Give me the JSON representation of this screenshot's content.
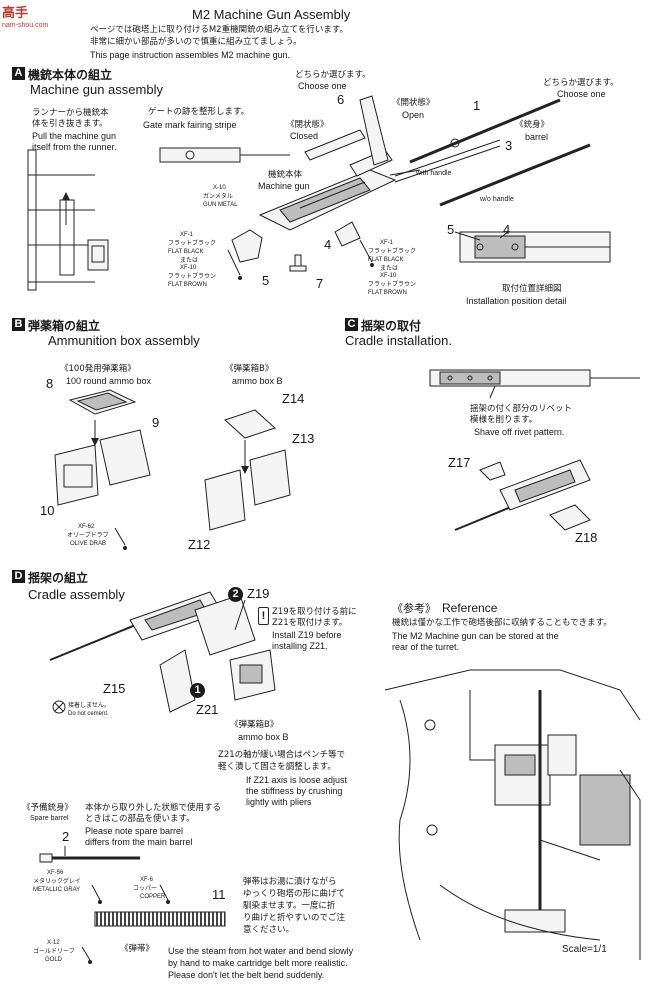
{
  "header": {
    "watermark_cn": "高手",
    "watermark_url": "nam-shou.com",
    "title": "M2 Machine Gun Assembly",
    "jp_line1": "ページでは砲塔上に取り付けるM2重機関銃の組み立てを行います。",
    "jp_line2": "非常に細かい部品が多いので慎重に組み立てましょう。",
    "en_line": "This page instruction assembles M2 machine gun."
  },
  "section_a": {
    "badge": "A",
    "title_jp": "機銃本体の組立",
    "title_en": "Machine gun assembly",
    "runner_jp1": "ランナーから機銃本",
    "runner_jp2": "体を引き抜きます。",
    "runner_en1": "Pull the machine gun",
    "runner_en2": "itself from the runner.",
    "gate_jp": "ゲートの跡を整形します。",
    "gate_en": "Gate mark fairing stripe",
    "choose_jp": "どちらか選びます。",
    "choose_en": "Choose one",
    "open_jp": "《開状態》",
    "open_en": "Open",
    "closed_jp": "《閉状態》",
    "closed_en": "Closed",
    "barrel_jp": "《銃身》",
    "barrel_en": "barrel",
    "with_handle": "with handle",
    "wo_handle": "w/o handle",
    "mg_jp": "機銃本体",
    "mg_en": "Machine gun",
    "xf10_code": "X-10",
    "xf10_jp": "ガンメタル",
    "xf10_en": "GUN METAL",
    "xf1_code": "XF-1",
    "xf1_jp": "フラットブラック",
    "xf1_en": "FLAT BLACK",
    "or_jp": "または",
    "xf10b_code": "XF-10",
    "xf10b_jp": "フラットブラウン",
    "xf10b_en": "FLAT BROWN",
    "detail_jp": "取付位置詳細図",
    "detail_en": "Installation position detail",
    "parts": [
      "1",
      "3",
      "4",
      "5",
      "6",
      "7",
      "5",
      "4"
    ]
  },
  "section_b": {
    "badge": "B",
    "title_jp": "弾薬箱の組立",
    "title_en": "Ammunition box assembly",
    "box100_jp": "《100発用弾薬箱》",
    "box100_en": "100 round ammo box",
    "boxb_jp": "《弾薬箱B》",
    "boxb_en": "ammo box B",
    "xf62_code": "XF-62",
    "xf62_jp": "オリーブドラブ",
    "xf62_en": "OLIVE DRAB",
    "parts": [
      "8",
      "9",
      "10",
      "Z14",
      "Z13",
      "Z12"
    ]
  },
  "section_c": {
    "badge": "C",
    "title_jp": "揺架の取付",
    "title_en": "Cradle installation.",
    "rivet_jp1": "揺架の付く部分のリベット",
    "rivet_jp2": "模様を削ります。",
    "rivet_en": "Shave off rivet pattern.",
    "parts": [
      "Z17",
      "Z18"
    ]
  },
  "section_d": {
    "badge": "D",
    "title_jp": "揺架の組立",
    "title_en": "Cradle assembly",
    "step2": "2",
    "step1": "1",
    "z19_label": "Z19",
    "z19_jp1": "Z19を取り付ける前に",
    "z19_jp2": "Z21を取付けます。",
    "z19_en1": "Install Z19 before",
    "z19_en2": "installing Z21.",
    "z15": "Z15",
    "z21": "Z21",
    "no_cement_jp": "接着しません。",
    "no_cement_en": "Do not cement.",
    "boxb_jp": "《弾薬箱B》",
    "boxb_en": "ammo box B",
    "axis_jp1": "Z21の軸が緩い場合はペンチ等で",
    "axis_jp2": "軽く潰して固さを調整します。",
    "axis_en1": "If Z21 axis is loose adjust",
    "axis_en2": "the stiffness by crushing",
    "axis_en3": "lightly with pliers"
  },
  "spare": {
    "title_jp": "《予備銃身》",
    "title_en": "Spare barrel",
    "jp1": "本体から取り外した状態で使用する",
    "jp2": "ときはこの部品を使います。",
    "en1": "Please note spare barrel",
    "en2": "differs from the main barrel",
    "part": "2"
  },
  "belt": {
    "xf56_code": "XF-56",
    "xf56_jp": "メタリックグレイ",
    "xf56_en": "METALLIC GRAY",
    "xf6_code": "XF-6",
    "xf6_jp": "コッパー",
    "xf6_en": "COPPER",
    "x12_code": "X-12",
    "x12_jp": "ゴールドリーフ",
    "x12_en": "GOLD",
    "part": "11",
    "title_jp": "《弾帯》",
    "jp1": "弾帯はお湯に漬けながら",
    "jp2": "ゆっくり砲塔の形に曲げて",
    "jp3": "馴染ませます。一度に折",
    "jp4": "り曲げと折やすいのでご注",
    "jp5": "意ください。",
    "en1": "Use the steam from hot water and bend slowly",
    "en2": "by hand to make cartridge belt more realistic.",
    "en3": "Please don't let the belt bend suddenly."
  },
  "reference": {
    "title_jp": "《参考》",
    "title_en": "Reference",
    "jp": "機銃は僅かな工作で砲塔後部に収納することもできます。",
    "en1": "The M2 Machine gun can be stored at the",
    "en2": "rear of the turret.",
    "scale": "Scale=1/1"
  }
}
